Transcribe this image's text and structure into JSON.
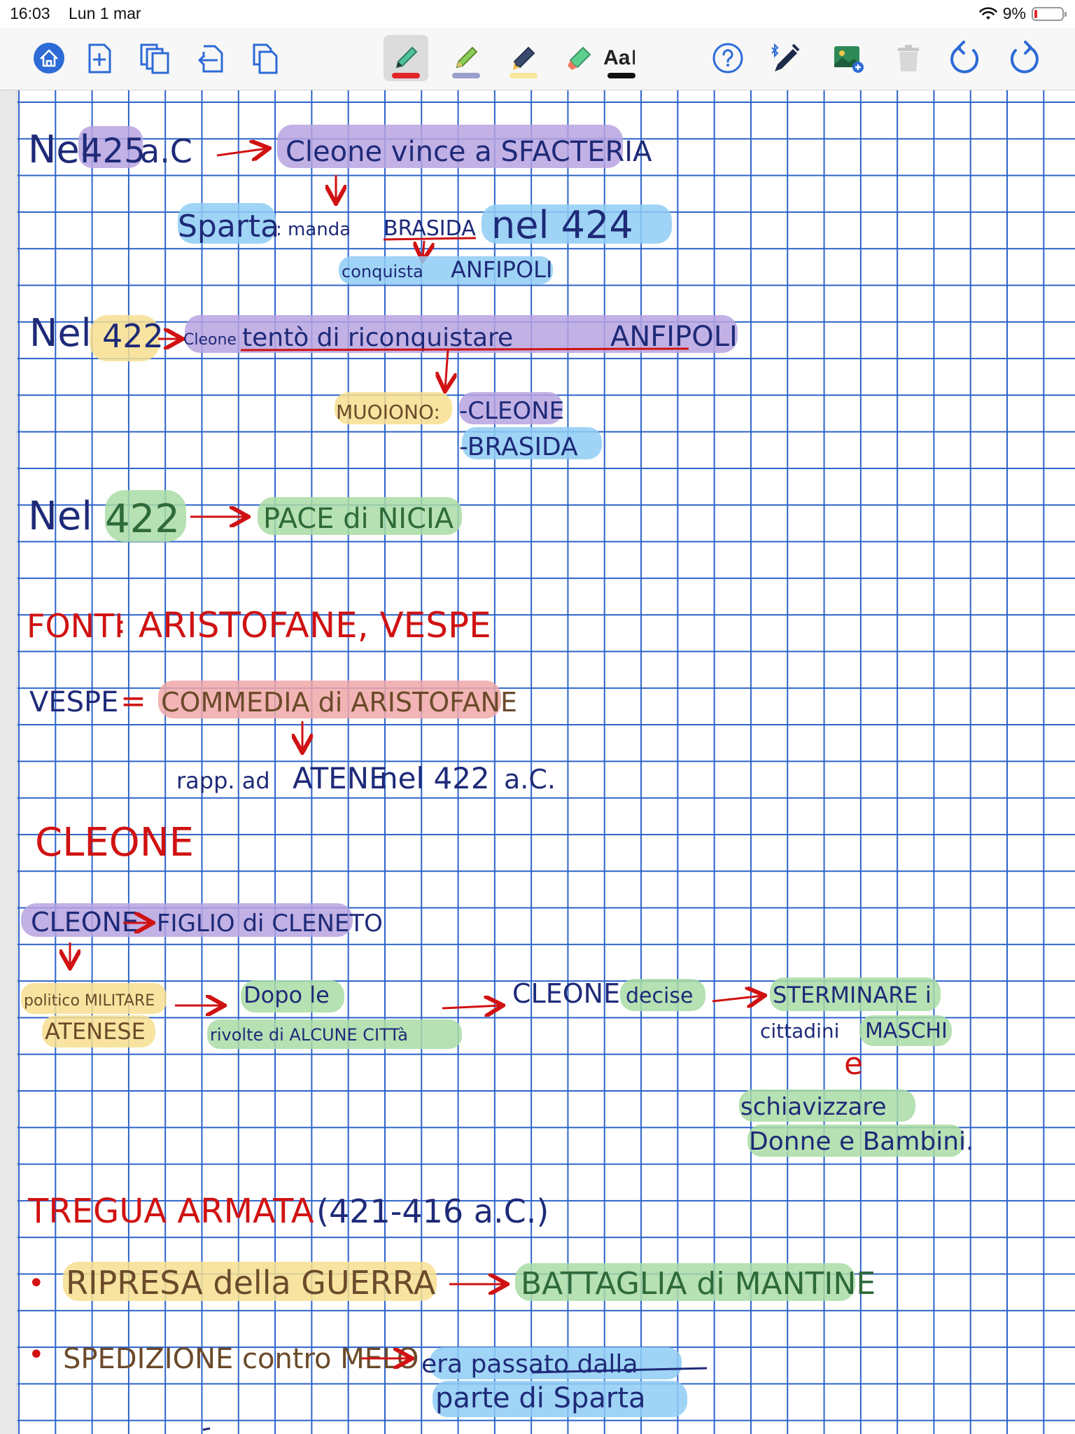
{
  "status_bar": {
    "time": "16:03",
    "date": "Lun 1 mar",
    "battery": "9%"
  },
  "toolbar": {
    "text_tool_label": "Aa",
    "icons": [
      "home-icon",
      "add-page-icon",
      "pages-icon",
      "export-icon",
      "copy-icon",
      "pen-icon",
      "pencil-icon",
      "marker-icon",
      "highlighter-icon",
      "text-icon",
      "help-icon",
      "bluetooth-pen-icon",
      "insert-image-icon",
      "trash-icon",
      "undo-icon",
      "redo-icon"
    ]
  },
  "notes": {
    "l1": {
      "a": "Nel",
      "b": "425",
      "c": "a.C",
      "d": "Cleone vince a SFACTERIA"
    },
    "l2": {
      "a": "Sparta",
      "b": ": manda",
      "c": "BRASIDA",
      "d": "nel 424"
    },
    "l3": {
      "a": "conquista",
      "b": "ANFIPOLI"
    },
    "l4": {
      "a": "Nel",
      "b": "422",
      "c": "Cleone",
      "d": "tentò di riconquistare",
      "e": "ANFIPOLI"
    },
    "l5": {
      "a": "MUOIONO:",
      "b": "-CLEONE",
      "c": "-BRASIDA"
    },
    "l6": {
      "a": "Nel",
      "b": "422",
      "c": "PACE di NICIA"
    },
    "l7": {
      "a": "FONTI",
      "b": ":",
      "c": "ARISTOFANE, VESPE"
    },
    "l8": {
      "a": "VESPE",
      "b": "=",
      "c": "COMMEDIA di ARISTOFANE"
    },
    "l9": {
      "a": "rapp. ad",
      "b": "ATENE",
      "c": "nel 422",
      "d": "a.C."
    },
    "l10": {
      "a": "CLEONE"
    },
    "l11": {
      "a": "CLEONE",
      "b": "FIGLIO di CLENETO"
    },
    "l12": {
      "a": "politico MILITARE",
      "b": "ATENESE",
      "c": "Dopo le",
      "d": "rivolte di ALCUNE CITTà",
      "e": "CLEONE",
      "f": "decise",
      "g": "STERMINARE i",
      "h": "cittadini",
      "i": "MASCHI",
      "j": "e",
      "k": "schiavizzare",
      "l": "Donne e Bambini."
    },
    "l13": {
      "a": "TREGUA ARMATA",
      "b": "(421-416 a.C.)"
    },
    "l14": {
      "a": "•",
      "b": "RIPRESA della GUERRA",
      "c": "BATTAGLIA di MANTINE"
    },
    "l15": {
      "a": "•",
      "b": "SPEDIZIONE contro MELO",
      "c": "era passato dalla",
      "d": "parte di Sparta"
    }
  },
  "colors": {
    "navy": "#1e2a78",
    "red": "#d01212",
    "purple_hl": "#b7a3e0",
    "blue_hl": "#8fcdf5",
    "yellow_hl": "#f7df8f",
    "green_hl": "#a9dca5",
    "pink_hl": "#f0a7a7",
    "grid": "#2b63c9"
  }
}
